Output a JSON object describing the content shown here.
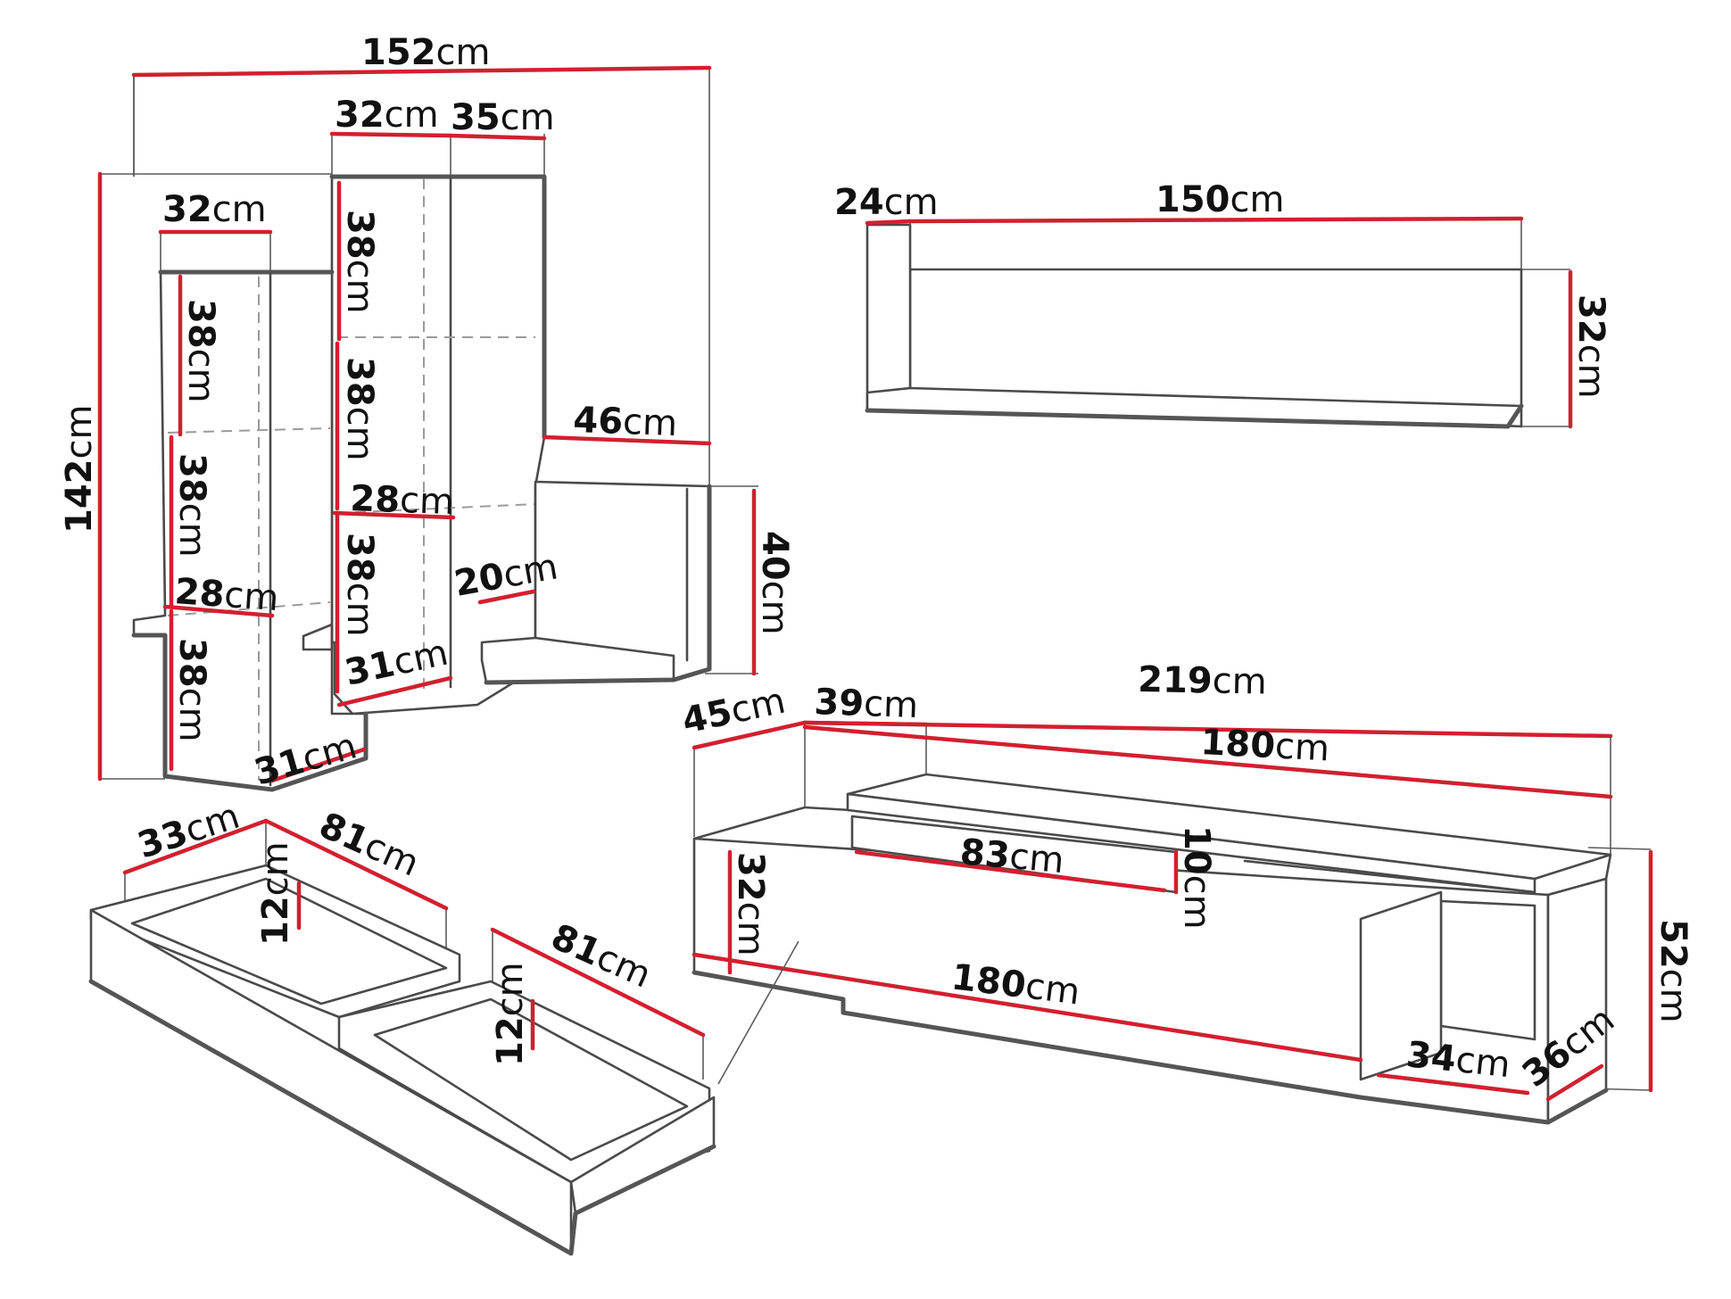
{
  "colors": {
    "dimension_line": "#d1202f",
    "outline": "#4a4a4a",
    "background": "#ffffff"
  },
  "unit": "cm",
  "wall_unit": {
    "total_width": "152",
    "total_height": "142",
    "right_tower_width": "32",
    "right_tower_depth": "35",
    "left_tower_width": "32",
    "left_tower_shelves": [
      "38",
      "38",
      "38"
    ],
    "left_tower_inner_depth": "28",
    "left_tower_bottom_depth": "31",
    "right_tower_shelves": [
      "38",
      "38",
      "38"
    ],
    "right_tower_inner_depth": "28",
    "right_tower_bottom_depth": "31",
    "corner_shelf_width": "46",
    "corner_shelf_height": "40",
    "corner_shelf_depth": "20"
  },
  "wall_shelf": {
    "depth": "24",
    "width": "150",
    "height": "32"
  },
  "tv_stand": {
    "total_width": "219",
    "depth": "45",
    "top_shelf_depth": "39",
    "top_shelf_width": "180",
    "opening_width": "83",
    "opening_height": "10",
    "front_height": "32",
    "front_width": "180",
    "side_width": "34",
    "side_depth": "36",
    "total_height": "52"
  },
  "drawers": {
    "depth": "33",
    "left_length": "81",
    "left_height": "12",
    "right_length": "81",
    "right_height": "12"
  }
}
